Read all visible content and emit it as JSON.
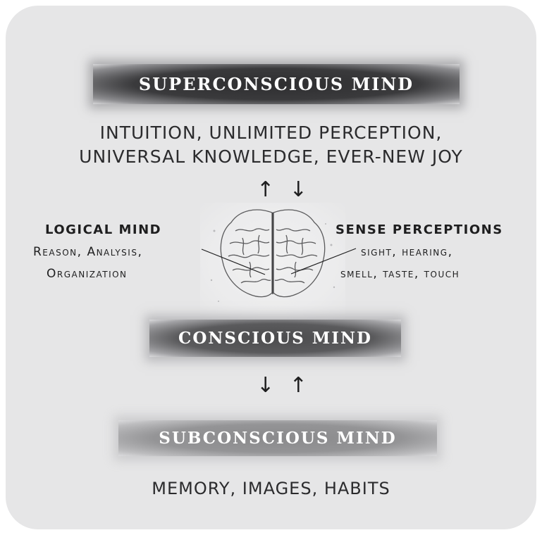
{
  "superconscious": {
    "title": "SUPERCONSCIOUS MIND",
    "line1": "INTUITION, UNLIMITED PERCEPTION,",
    "line2": "UNIVERSAL KNOWLEDGE, EVER-NEW JOY"
  },
  "arrows_top": "↑ ↓",
  "logical": {
    "title": "LOGICAL MIND",
    "line1": "Reason, Analysis,",
    "line2": "Organization"
  },
  "sense": {
    "title": "SENSE PERCEPTIONS",
    "line1": "sight, hearing,",
    "line2": "smell, taste, touch"
  },
  "conscious": {
    "title": "CONSCIOUS MIND"
  },
  "arrows_bottom": "↓ ↑",
  "subconscious": {
    "title": "SUBCONSCIOUS MIND",
    "line1": "MEMORY, IMAGES, HABITS"
  },
  "brain_image": "brain-sketch"
}
